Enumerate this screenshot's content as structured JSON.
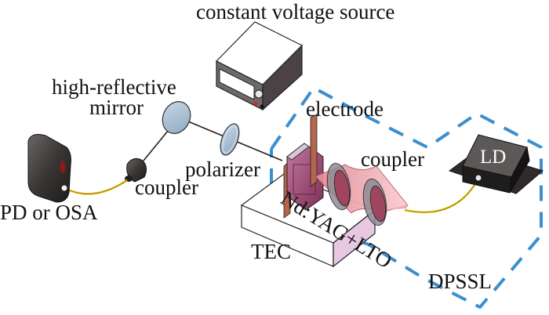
{
  "diagram": {
    "title": "Experimental setup: DPSSL with electro-optic crystal",
    "labels": {
      "voltage_source": "constant voltage source",
      "mirror_line1": "high-reflective",
      "mirror_line2": "mirror",
      "polarizer": "polarizer",
      "coupler_left": "coupler",
      "detector": "PD or OSA",
      "electrode": "electrode",
      "coupler_right": "coupler",
      "laser_diode": "LD",
      "tec": "TEC",
      "crystal": "Nd:YAG+LTO",
      "laser_group": "DPSSL"
    },
    "colors": {
      "dashed_boundary": "#3a8fd0",
      "fiber": "#e8c21a",
      "crystal": "#9c3f6a",
      "electrode": "#b5654a",
      "pump_beam": "#f1a8b0",
      "optics_glass": "#9fb7cc",
      "device_dark": "#3a3636",
      "tec_side": "#e8c7e3"
    },
    "components": [
      {
        "id": "ld",
        "name": "Laser diode (LD)"
      },
      {
        "id": "coupler-right",
        "name": "Fiber coupler (pump)"
      },
      {
        "id": "crystal",
        "name": "Nd:YAG + LTO crystal"
      },
      {
        "id": "electrodes",
        "name": "Electrodes"
      },
      {
        "id": "tec",
        "name": "Thermoelectric cooler (TEC)"
      },
      {
        "id": "voltage-source",
        "name": "Constant voltage source"
      },
      {
        "id": "polarizer",
        "name": "Polarizer"
      },
      {
        "id": "mirror",
        "name": "High-reflective mirror"
      },
      {
        "id": "coupler-left",
        "name": "Fiber coupler (output)"
      },
      {
        "id": "detector",
        "name": "PD or OSA"
      }
    ]
  }
}
